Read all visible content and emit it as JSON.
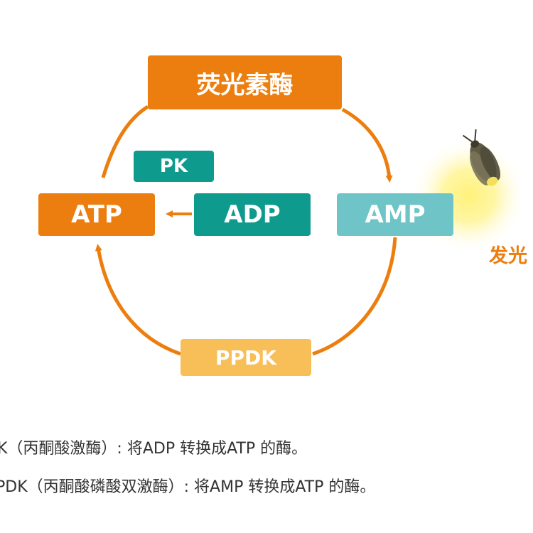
{
  "diagram": {
    "nodes": {
      "luciferase": "荧光素酶",
      "pk": "PK",
      "atp": "ATP",
      "adp": "ADP",
      "amp": "AMP",
      "ppdk": "PPDK"
    },
    "glow_label": "发光",
    "notes": {
      "pk": "K（丙酮酸激酶）: 将ADP 转换成ATP 的酶。",
      "ppdk": "PDK（丙酮酸磷酸双激酶）: 将AMP 转换成ATP 的酶。"
    },
    "colors": {
      "orange": "#EC7E0F",
      "teal": "#0F9A8E",
      "light_teal": "#6EC4C6",
      "light_orange": "#F8BF59",
      "glow": "#FFF27A",
      "firefly": "#5F5B45"
    },
    "icons": [
      "firefly-icon"
    ]
  }
}
